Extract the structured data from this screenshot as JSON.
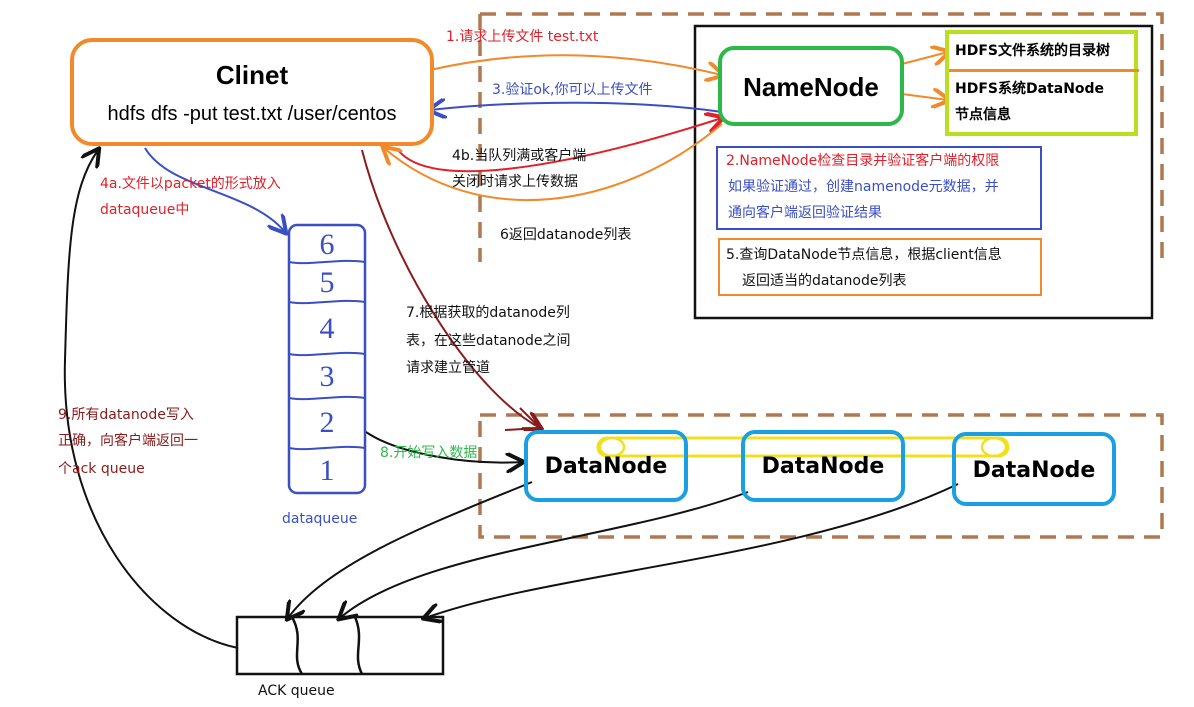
{
  "client": {
    "title": "Clinet",
    "command": "hdfs dfs -put test.txt /user/centos"
  },
  "namenode": {
    "title": "NameNode",
    "dir_tree": "HDFS文件系统的目录树",
    "datanode_info": [
      "HDFS系统DataNode",
      "节点信息"
    ]
  },
  "notes": {
    "step2": {
      "heading": "2.NameNode检查目录并验证客户端的权限",
      "body": [
        "如果验证通过，创建namenode元数据，并",
        "通向客户端返回验证结果"
      ]
    },
    "step5": [
      "5.查询DataNode节点信息，根据client信息",
      "返回适当的datanode列表"
    ]
  },
  "steps": {
    "step1": "1.请求上传文件 test.txt",
    "step3": "3.验证ok,你可以上传文件",
    "step4b": [
      "4b.当队列满或客户端",
      "关闭时请求上传数据"
    ],
    "step6": "6返回datanode列表",
    "step4a": [
      "4a.文件以packet的形式放入",
      "dataqueue中"
    ],
    "step7": [
      "7.根据获取的datanode列",
      "表，在这些datanode之间",
      "请求建立管道"
    ],
    "step8": "8.开始写入数据",
    "step9": [
      "9.所有datanode写入",
      "正确，向客户端返回一",
      "个ack queue"
    ]
  },
  "dataqueue": {
    "label": "dataqueue",
    "slots": [
      "6",
      "5",
      "4",
      "3",
      "2",
      "1"
    ]
  },
  "datanodes": [
    "DataNode",
    "DataNode",
    "DataNode"
  ],
  "ack_queue": {
    "label": "ACK queue"
  },
  "colors": {
    "orange": "#f08a2a",
    "red": "#e0202a",
    "darkred": "#8b1a1a",
    "blue": "#3a4fc4",
    "green": "#2db84a",
    "lime": "#b8e020",
    "cyan": "#1aa0e0",
    "yellow": "#f0e020",
    "tan": "#b07850"
  }
}
